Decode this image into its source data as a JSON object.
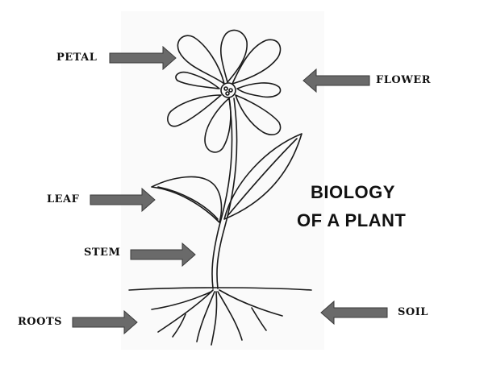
{
  "title": {
    "line1": "BIOLOGY",
    "line2": "OF A PLANT"
  },
  "labels": {
    "petal": "PETAL",
    "flower": "FLOWER",
    "leaf": "LEAF",
    "stem": "STEM",
    "roots": "ROOTS",
    "soil": "SOIL"
  }
}
